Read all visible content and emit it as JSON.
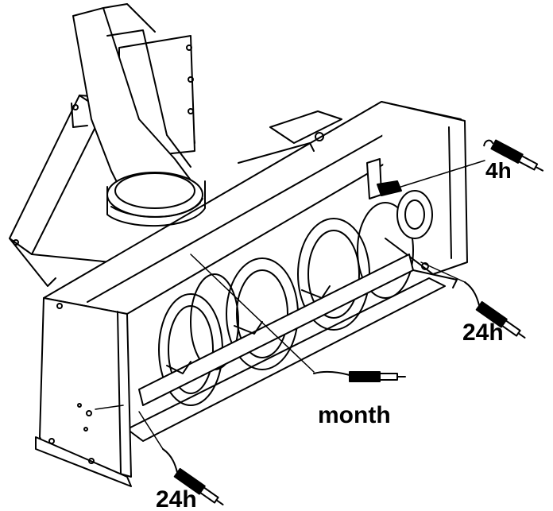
{
  "diagram": {
    "colors": {
      "line": "#000000",
      "fill": "#ffffff"
    },
    "lubrication_intervals": [
      {
        "id": "top-right",
        "label": "4h",
        "icon": "grease-gun-icon"
      },
      {
        "id": "right",
        "label": "24h",
        "icon": "grease-gun-icon"
      },
      {
        "id": "middle",
        "label": "month",
        "icon": "grease-gun-icon"
      },
      {
        "id": "bottom-left",
        "label": "24h",
        "icon": "grease-gun-icon"
      }
    ]
  }
}
